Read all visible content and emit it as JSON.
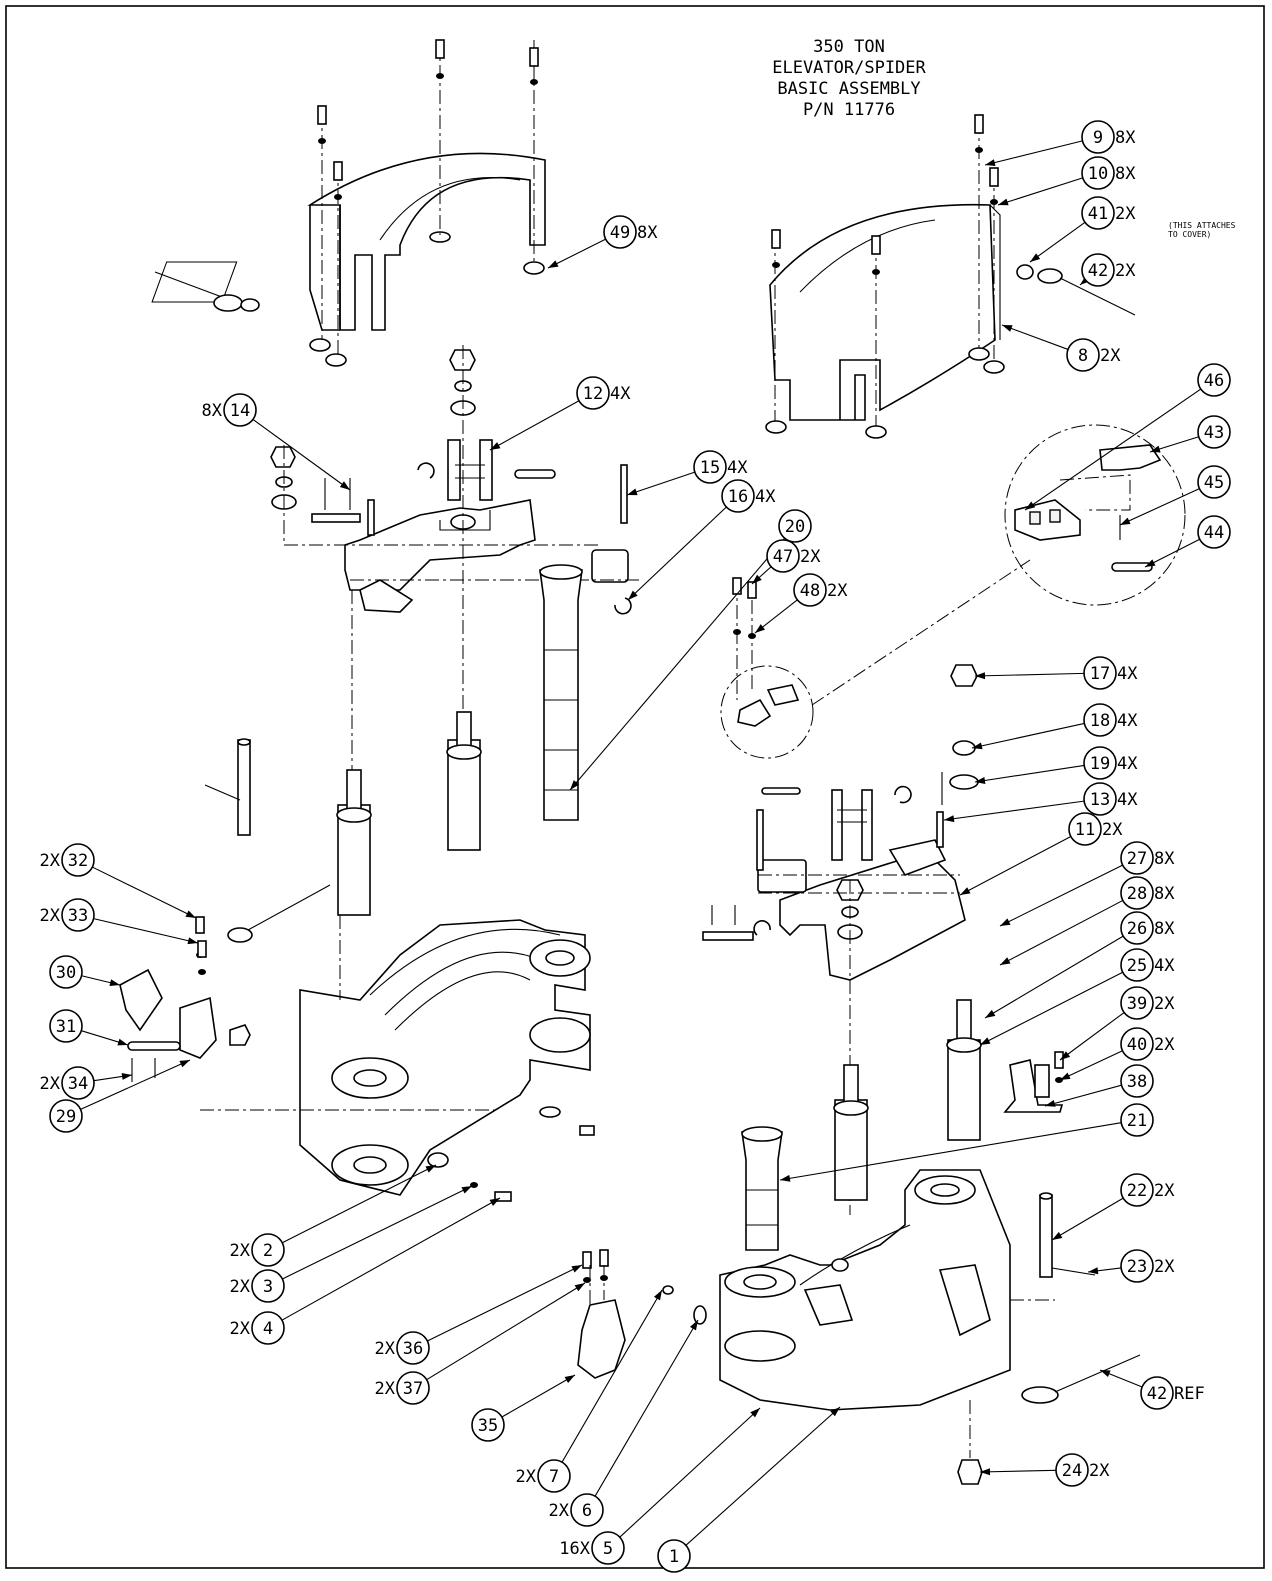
{
  "title": {
    "lines": [
      "350 TON",
      "ELEVATOR/SPIDER",
      "BASIC ASSEMBLY",
      "P/N 11776"
    ]
  },
  "note_41": [
    "(THIS ATTACHES",
    "TO COVER)"
  ],
  "callouts": [
    {
      "num": "9",
      "qty": "8X",
      "side": "right"
    },
    {
      "num": "10",
      "qty": "8X",
      "side": "right"
    },
    {
      "num": "41",
      "qty": "2X",
      "side": "right"
    },
    {
      "num": "42",
      "qty": "2X",
      "side": "right"
    },
    {
      "num": "49",
      "qty": "8X",
      "side": "right"
    },
    {
      "num": "8",
      "qty": "2X",
      "side": "right"
    },
    {
      "num": "12",
      "qty": "4X",
      "side": "right"
    },
    {
      "num": "14",
      "qty": "8X",
      "side": "left"
    },
    {
      "num": "15",
      "qty": "4X",
      "side": "right"
    },
    {
      "num": "16",
      "qty": "4X",
      "side": "right"
    },
    {
      "num": "20",
      "qty": "",
      "side": "right"
    },
    {
      "num": "46",
      "qty": "",
      "side": "right"
    },
    {
      "num": "43",
      "qty": "",
      "side": "right"
    },
    {
      "num": "45",
      "qty": "",
      "side": "right"
    },
    {
      "num": "44",
      "qty": "",
      "side": "right"
    },
    {
      "num": "47",
      "qty": "2X",
      "side": "right"
    },
    {
      "num": "48",
      "qty": "2X",
      "side": "right"
    },
    {
      "num": "17",
      "qty": "4X",
      "side": "right"
    },
    {
      "num": "18",
      "qty": "4X",
      "side": "right"
    },
    {
      "num": "19",
      "qty": "4X",
      "side": "right"
    },
    {
      "num": "13",
      "qty": "4X",
      "side": "right"
    },
    {
      "num": "11",
      "qty": "2X",
      "side": "right"
    },
    {
      "num": "27",
      "qty": "8X",
      "side": "right"
    },
    {
      "num": "28",
      "qty": "8X",
      "side": "right"
    },
    {
      "num": "26",
      "qty": "8X",
      "side": "right"
    },
    {
      "num": "25",
      "qty": "4X",
      "side": "right"
    },
    {
      "num": "39",
      "qty": "2X",
      "side": "right"
    },
    {
      "num": "40",
      "qty": "2X",
      "side": "right"
    },
    {
      "num": "38",
      "qty": "",
      "side": "right"
    },
    {
      "num": "21",
      "qty": "",
      "side": "right"
    },
    {
      "num": "22",
      "qty": "2X",
      "side": "right"
    },
    {
      "num": "23",
      "qty": "2X",
      "side": "right"
    },
    {
      "num": "42",
      "qty": "REF",
      "side": "right"
    },
    {
      "num": "24",
      "qty": "2X",
      "side": "right"
    },
    {
      "num": "32",
      "qty": "2X",
      "side": "left"
    },
    {
      "num": "33",
      "qty": "2X",
      "side": "left"
    },
    {
      "num": "30",
      "qty": "",
      "side": "left"
    },
    {
      "num": "31",
      "qty": "",
      "side": "left"
    },
    {
      "num": "34",
      "qty": "2X",
      "side": "left"
    },
    {
      "num": "29",
      "qty": "",
      "side": "left"
    },
    {
      "num": "2",
      "qty": "2X",
      "side": "left"
    },
    {
      "num": "3",
      "qty": "2X",
      "side": "left"
    },
    {
      "num": "4",
      "qty": "2X",
      "side": "left"
    },
    {
      "num": "36",
      "qty": "2X",
      "side": "left"
    },
    {
      "num": "37",
      "qty": "2X",
      "side": "left"
    },
    {
      "num": "35",
      "qty": "",
      "side": "left"
    },
    {
      "num": "7",
      "qty": "2X",
      "side": "left"
    },
    {
      "num": "6",
      "qty": "2X",
      "side": "left"
    },
    {
      "num": "5",
      "qty": "16X",
      "side": "left"
    },
    {
      "num": "1",
      "qty": "",
      "side": "left"
    }
  ]
}
